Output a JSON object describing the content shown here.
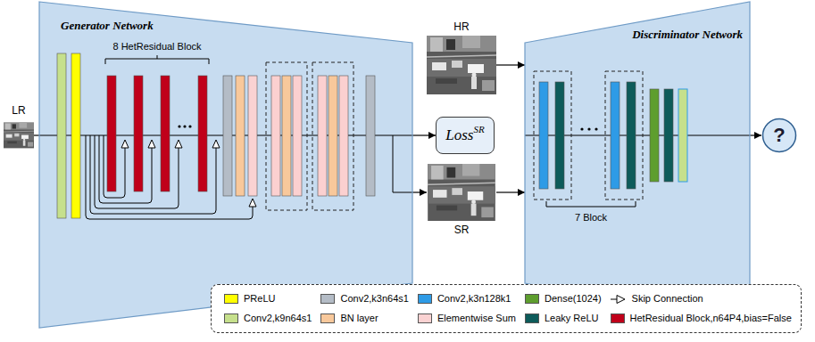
{
  "diagram": {
    "nodes": [
      {
        "text": [
          "LR"
        ]
      },
      {
        "text": [
          "Generator Network"
        ]
      },
      {
        "text": [
          "HR"
        ]
      },
      {
        "text": [
          "Loss",
          "SR"
        ]
      },
      {
        "text": [
          "SR"
        ]
      },
      {
        "text": [
          "Discriminator Network"
        ]
      },
      {
        "text": [
          "?"
        ]
      }
    ],
    "edges": [
      {
        "from": 0,
        "to": 1,
        "arrow": "none"
      },
      {
        "from": 1,
        "to": 3,
        "arrow": "to"
      },
      {
        "from": 1,
        "to": 4,
        "arrow": "to"
      },
      {
        "from": 2,
        "to": 5,
        "arrow": "to"
      },
      {
        "from": 4,
        "to": 5,
        "arrow": "to"
      },
      {
        "from": 5,
        "to": 6,
        "arrow": "to"
      }
    ],
    "labels": [
      "8 HetResidual Block",
      "7 Block"
    ],
    "legend": [
      {
        "text": "PReLU",
        "color": "#ffff00"
      },
      {
        "text": "Conv2,k3n64s1",
        "color": "#b4bcc6"
      },
      {
        "text": "Conv2,k3n128k1",
        "color": "#2e9be6"
      },
      {
        "text": "Dense(1024)",
        "color": "#5e9e2e"
      },
      {
        "text": "Skip Connection"
      },
      {
        "text": "Conv2,k9n64s1",
        "color": "#c6e08c"
      },
      {
        "text": "BN layer",
        "color": "#f8c89b"
      },
      {
        "text": "Elementwise Sum",
        "color": "#fad2d2"
      },
      {
        "text": "Leaky ReLU",
        "color": "#0d5b5a"
      },
      {
        "text": "HetResidual Block,n64P4,bias=False",
        "color": "#c0001a"
      }
    ]
  }
}
